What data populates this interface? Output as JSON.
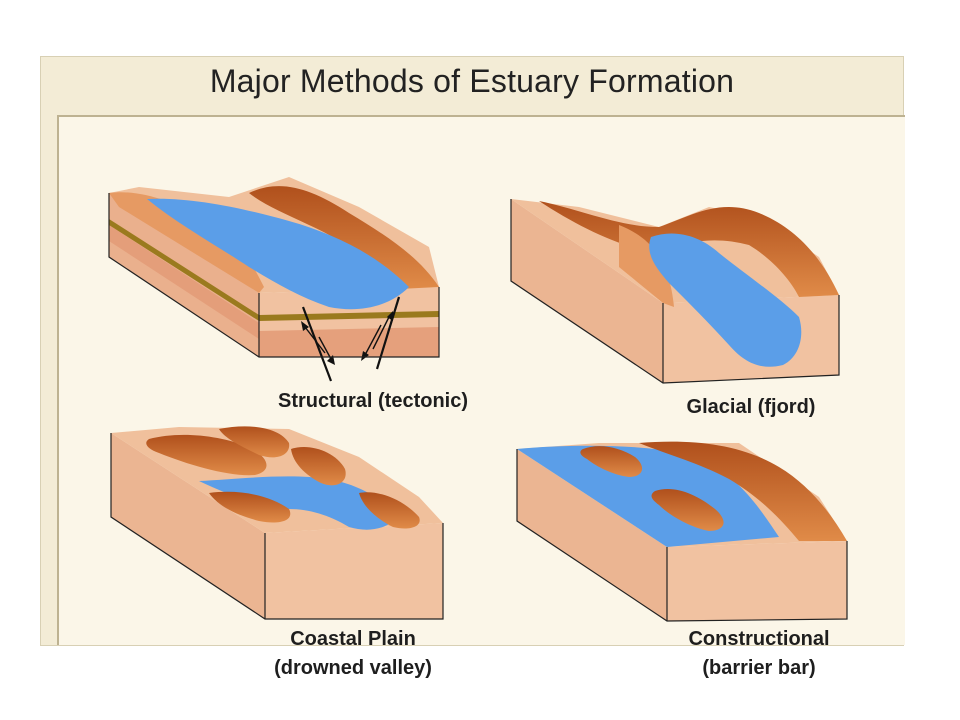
{
  "title": "Major Methods of Estuary Formation",
  "colors": {
    "water": "#5b9ee8",
    "top_land": "#d7803f",
    "ridge_dark": "#b0501c",
    "block_front": "#f1c2a1",
    "block_side": "#ebb592",
    "stripe": "#9a7a1e"
  },
  "panels": [
    {
      "id": "structural",
      "caption": [
        "Structural (tectonic)"
      ]
    },
    {
      "id": "glacial",
      "caption": [
        "Glacial (fjord)"
      ]
    },
    {
      "id": "coastal-plain",
      "caption": [
        "Coastal Plain",
        "(drowned valley)"
      ]
    },
    {
      "id": "constructional",
      "caption": [
        "Constructional",
        "(barrier bar)"
      ]
    }
  ]
}
